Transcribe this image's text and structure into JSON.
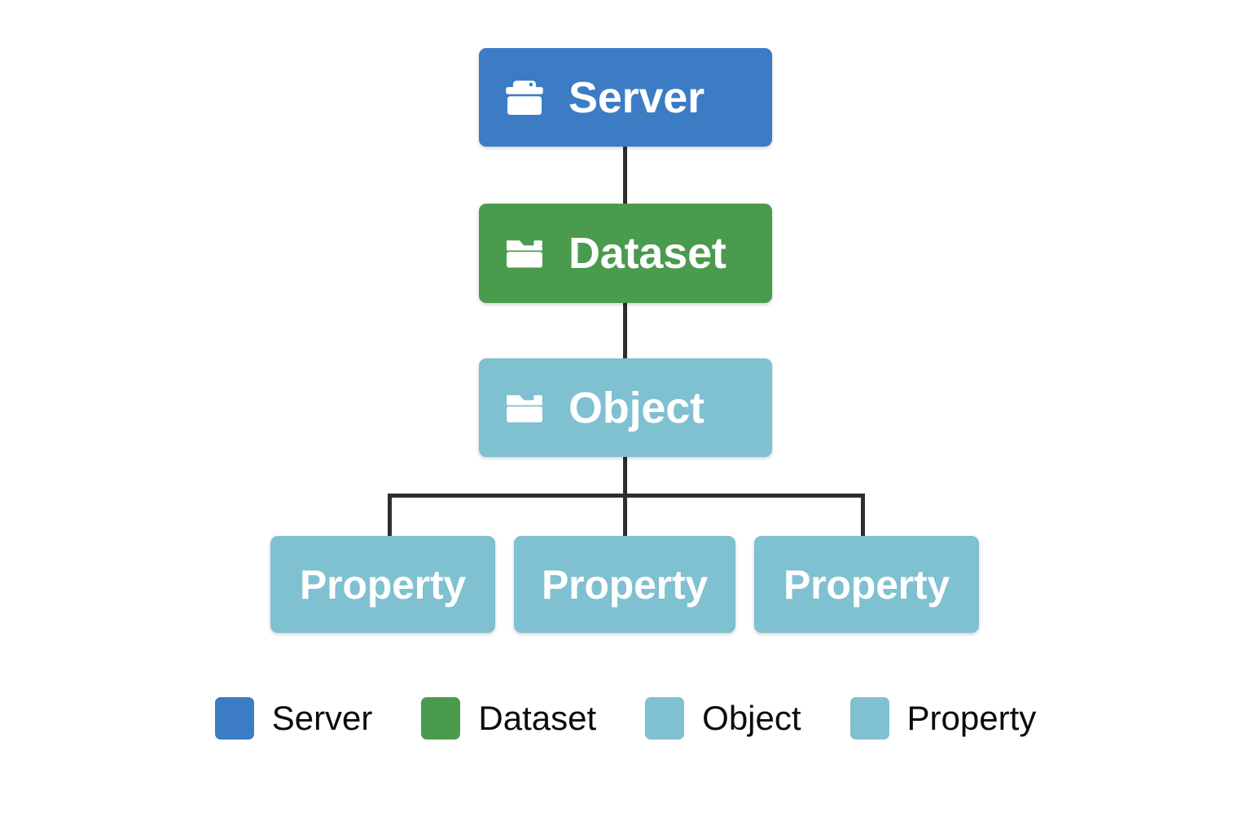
{
  "diagram": {
    "type": "hierarchy-tree",
    "background_color": "#ffffff",
    "connector_color": "#2e2e2e",
    "nodes": [
      {
        "id": "server",
        "label": "Server",
        "level": 1,
        "color": "#3c7cc4",
        "text_color": "#ffffff",
        "icon": "server-rack-icon",
        "has_icon": true
      },
      {
        "id": "dataset",
        "label": "Dataset",
        "level": 2,
        "color": "#4a9b4e",
        "text_color": "#ffffff",
        "icon": "folder-icon",
        "has_icon": true
      },
      {
        "id": "object",
        "label": "Object",
        "level": 3,
        "color": "#7fc0d1",
        "text_color": "#ffffff",
        "icon": "folder-icon",
        "has_icon": true
      },
      {
        "id": "property-1",
        "label": "Property",
        "level": 4,
        "color": "#7fc0d1",
        "text_color": "#ffffff",
        "icon": null,
        "has_icon": false
      },
      {
        "id": "property-2",
        "label": "Property",
        "level": 4,
        "color": "#7fc0d1",
        "text_color": "#ffffff",
        "icon": null,
        "has_icon": false
      },
      {
        "id": "property-3",
        "label": "Property",
        "level": 4,
        "color": "#7fc0d1",
        "text_color": "#ffffff",
        "icon": null,
        "has_icon": false
      }
    ],
    "edges": [
      {
        "from": "server",
        "to": "dataset"
      },
      {
        "from": "dataset",
        "to": "object"
      },
      {
        "from": "object",
        "to": "property-1"
      },
      {
        "from": "object",
        "to": "property-2"
      },
      {
        "from": "object",
        "to": "property-3"
      }
    ]
  },
  "legend": {
    "items": [
      {
        "label": "Server",
        "color": "#3c7cc4"
      },
      {
        "label": "Dataset",
        "color": "#4a9b4e"
      },
      {
        "label": "Object",
        "color": "#7fc0d1"
      },
      {
        "label": "Property",
        "color": "#7fc0d1"
      }
    ]
  }
}
